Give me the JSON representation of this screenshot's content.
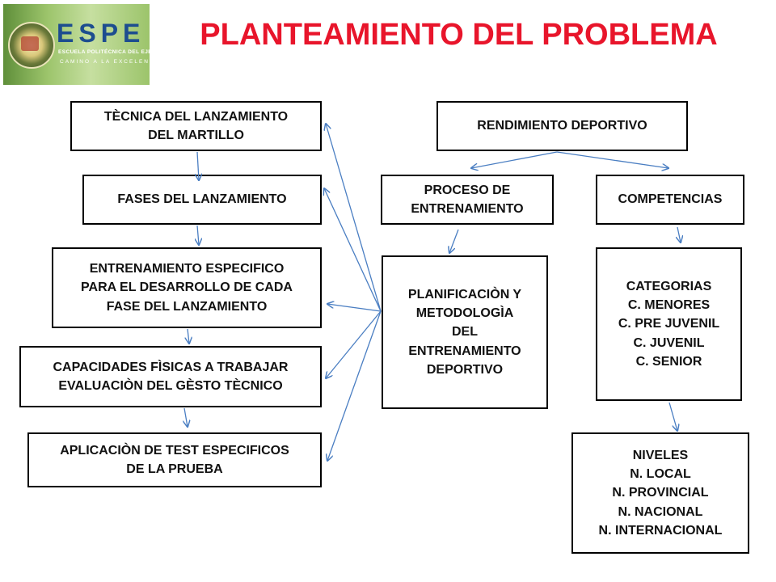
{
  "logo": {
    "name": "ESPE",
    "subtitle": "ESCUELA POLITÉCNICA DEL EJÉRCITO",
    "motto": "CAMINO A LA EXCELENCIA"
  },
  "title": "PLANTEAMIENTO DEL PROBLEMA",
  "colors": {
    "title": "#e8152b",
    "arrow": "#4a7ec2",
    "border": "#000000"
  },
  "left_column": [
    {
      "id": "tecnica",
      "text": "TÈCNICA DEL LANZAMIENTO\nDEL MARTILLO"
    },
    {
      "id": "fases",
      "text": "FASES DEL LANZAMIENTO"
    },
    {
      "id": "entrenamiento",
      "text": "ENTRENAMIENTO ESPECIFICO\nPARA EL DESARROLLO DE CADA\nFASE DEL LANZAMIENTO"
    },
    {
      "id": "capacidades",
      "text": "CAPACIDADES FÌSICAS A TRABAJAR\nEVALUACIÒN DEL GÈSTO TÈCNICO"
    },
    {
      "id": "aplicacion",
      "text": "APLICACIÒN DE TEST ESPECIFICOS\nDE LA PRUEBA"
    }
  ],
  "right_tree": {
    "root": "RENDIMIENTO DEPORTIVO",
    "proceso": "PROCESO DE\nENTRENAMIENTO",
    "competencias": "COMPETENCIAS",
    "planificacion": "PLANIFICACIÒN Y\nMETODOLOGÌA\nDEL\nENTRENAMIENTO\nDEPORTIVO",
    "categorias": "CATEGORIAS\nC. MENORES\nC. PRE JUVENIL\nC.  JUVENIL\nC.  SENIOR",
    "niveles": "NIVELES\nN. LOCAL\nN. PROVINCIAL\nN. NACIONAL\nN. INTERNACIONAL"
  }
}
